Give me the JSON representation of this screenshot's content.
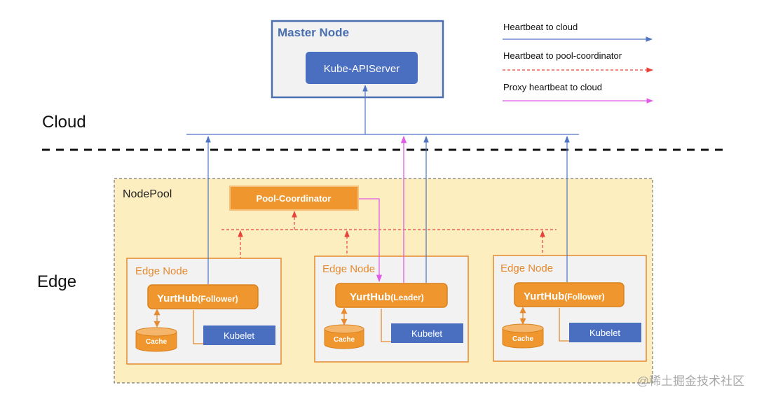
{
  "zones": {
    "cloud": "Cloud",
    "edge": "Edge"
  },
  "master": {
    "title": "Master Node",
    "api": "Kube-APIServer"
  },
  "nodepool": {
    "label": "NodePool",
    "coordinator": "Pool-Coordinator",
    "nodes": [
      {
        "title": "Edge Node",
        "hub": "YurtHub",
        "role": "(Follower)",
        "cache": "Cache",
        "kubelet": "Kubelet"
      },
      {
        "title": "Edge Node",
        "hub": "YurtHub",
        "role": "(Leader)",
        "cache": "Cache",
        "kubelet": "Kubelet"
      },
      {
        "title": "Edge Node",
        "hub": "YurtHub",
        "role": "(Follower)",
        "cache": "Cache",
        "kubelet": "Kubelet"
      }
    ]
  },
  "legend": {
    "cloud": "Heartbeat to cloud",
    "pool": "Heartbeat to pool-coordinator",
    "proxy": "Proxy heartbeat to cloud"
  },
  "colors": {
    "blue": "#4e74c2",
    "api_fill": "#4a6fc1",
    "master_border": "#4a6fb0",
    "orange": "#f0962e",
    "orange_stroke": "#d9811c",
    "red_dash": "#e8433a",
    "pink": "#e25ae8",
    "pool_fill": "#fdeebf",
    "edge_fill": "#f2f2f2"
  },
  "watermark": "@稀土掘金技术社区"
}
